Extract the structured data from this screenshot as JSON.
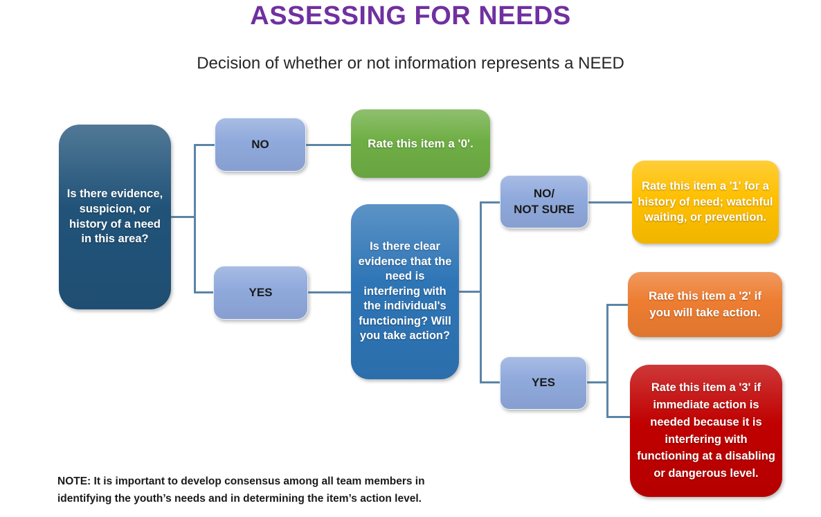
{
  "title": "ASSESSING FOR NEEDS",
  "subtitle": "Decision of whether or not information represents a NEED",
  "colors": {
    "title": "#7030A0",
    "subtitle_text": "#262626",
    "root_box": "#215379",
    "question_box": "#2E75B6",
    "label_box": "#8FA9DC",
    "label_text": "#1A1A1A",
    "outcome_0": "#6FAE45",
    "outcome_1": "#FFC000",
    "outcome_2": "#ED7D31",
    "outcome_3": "#C00000",
    "connector": "#5B84A8",
    "box_text": "#FFFFFF"
  },
  "flowchart": {
    "root": {
      "question": "Is there evidence, suspicion, or history of a need in this area?"
    },
    "no_branch": {
      "label": "NO",
      "outcome": "Rate this item a '0'."
    },
    "yes_branch": {
      "label": "YES",
      "question": "Is there clear evidence that the need is interfering with the individual's functioning? Will you take action?"
    },
    "no_not_sure_branch": {
      "label_line1": "NO/",
      "label_line2": "NOT SURE",
      "outcome": "Rate this item a '1' for a history of need; watchful waiting, or prevention."
    },
    "yes2_branch": {
      "label": "YES",
      "outcome_action": "Rate this item a '2' if you will take action.",
      "outcome_immediate": "Rate this item a '3' if immediate action is needed because it is interfering with functioning at a disabling or dangerous level."
    }
  },
  "note": {
    "line1": "NOTE: It is important to develop consensus among all team members in",
    "line2": "identifying the youth’s needs and in determining the item’s action level."
  }
}
